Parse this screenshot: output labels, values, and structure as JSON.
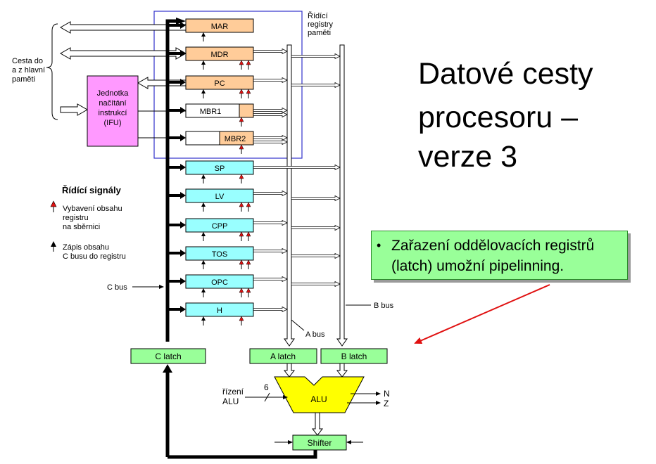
{
  "title": {
    "line1": "Datové cesty",
    "line2": "procesoru –",
    "line3": "verze 3"
  },
  "note": {
    "line1": "Zařazení oddělovacích registrů",
    "line2": "(latch) umožní pipelinning."
  },
  "labels": {
    "memory_path_1": "Cesta do",
    "memory_path_2": "a z hlavní",
    "memory_path_3": "paměti",
    "control_regs_1": "Řídící",
    "control_regs_2": "registry",
    "control_regs_3": "paměti",
    "ifu_1": "Jednotka",
    "ifu_2": "načítání",
    "ifu_3": "instrukcí",
    "ifu_4": "(IFU)",
    "signals_title": "Řídící signály",
    "legend_red_1": "Vybavení obsahu",
    "legend_red_2": "registru",
    "legend_red_3": "na sběrnici",
    "legend_black_1": "Zápis obsahu",
    "legend_black_2": "C busu do registru",
    "c_bus": "C bus",
    "b_bus": "B bus",
    "a_bus": "A bus",
    "alu_ctrl_1": "řízení",
    "alu_ctrl_2": "ALU",
    "alu_width": "6",
    "alu": "ALU",
    "flag_n": "N",
    "flag_z": "Z",
    "shifter": "Shifter",
    "c_latch": "C latch",
    "a_latch": "A latch",
    "b_latch": "B latch"
  },
  "registers": [
    "MAR",
    "MDR",
    "PC",
    "MBR1",
    "MBR2",
    "SP",
    "LV",
    "CPP",
    "TOS",
    "OPC",
    "H"
  ],
  "colors": {
    "memory_register": "#ffcc99",
    "cyan_register": "#99ffff",
    "latch": "#99ff99",
    "ifu": "#ff99ff",
    "alu": "#ffff00",
    "frame": "#3333cc",
    "red_arrow": "#e01010"
  }
}
